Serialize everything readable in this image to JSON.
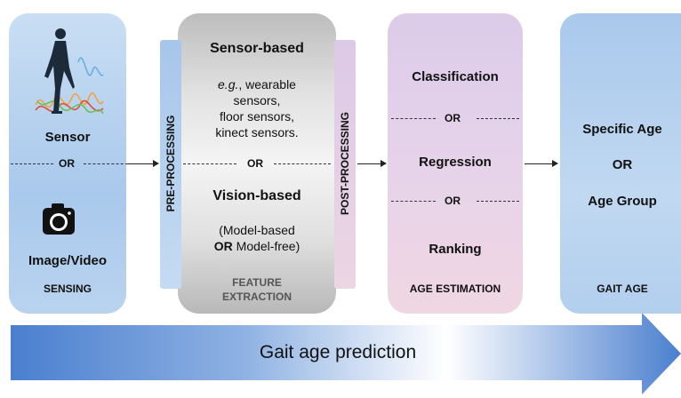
{
  "sensing": {
    "sensor_label": "Sensor",
    "or_label": "OR",
    "image_label": "Image/Video",
    "footer": "SENSING"
  },
  "pre_processing": "PRE-PROCESSING",
  "feature": {
    "sensor_title": "Sensor-based",
    "sensor_eg_prefix": "e.g.",
    "sensor_eg_rest": ", wearable",
    "sensor_line2": "sensors,",
    "sensor_line3": "floor sensors,",
    "sensor_line4": "kinect sensors.",
    "or_label": "OR",
    "vision_title": "Vision-based",
    "vision_line1": "(Model-based",
    "vision_or": "OR",
    "vision_line2_rest": " Model-free)",
    "footer_line1": "FEATURE",
    "footer_line2": "EXTRACTION"
  },
  "post_processing": "POST-PROCESSING",
  "age_estimation": {
    "item1": "Classification",
    "or1": "OR",
    "item2": "Regression",
    "or2": "OR",
    "item3": "Ranking",
    "footer": "AGE ESTIMATION"
  },
  "gait_age": {
    "line1": "Specific Age",
    "or_label": "OR",
    "line2": "Age Group",
    "footer": "GAIT AGE"
  },
  "banner": "Gait age prediction",
  "icons": [
    "walking-person-icon",
    "sensor-wave-icon",
    "camera-icon"
  ],
  "colors": {
    "blue_panel": "#a9c9ec",
    "gray_panel": "#d9d9d9",
    "pink_panel": "#e6d3ea",
    "arrow_blue": "#5b8fd6"
  }
}
